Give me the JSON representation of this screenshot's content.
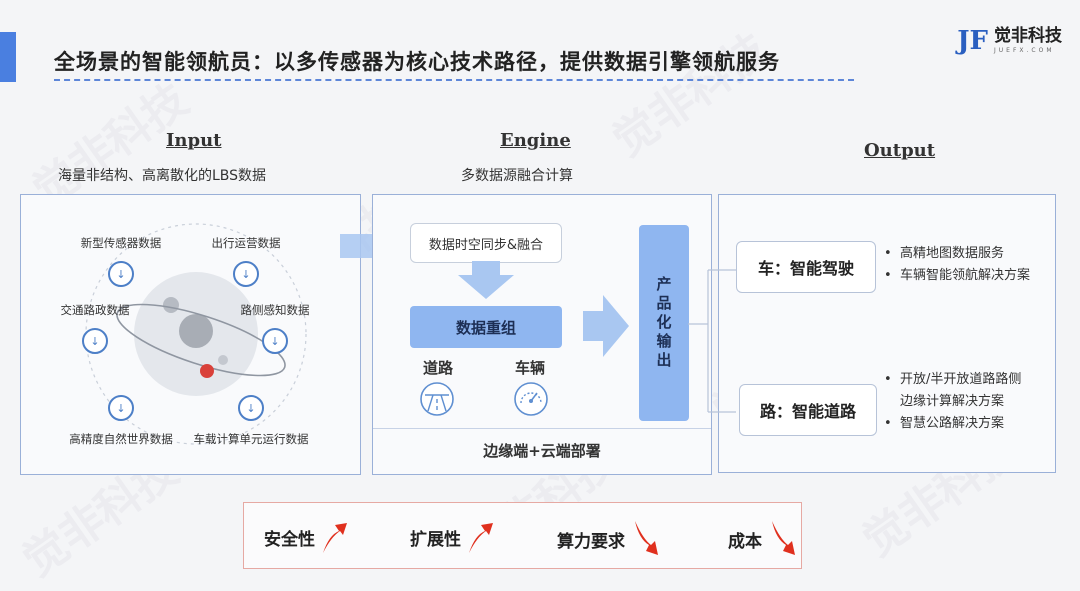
{
  "header": {
    "title": "全场景的智能领航员：以多传感器为核心技术路径，提供数据引擎领航服务",
    "logo_mark": "JF",
    "logo_cn": "觉非科技",
    "logo_en": "JUEFX.COM",
    "accent_color": "#4a7fe0"
  },
  "watermark": {
    "text": "觉非科技"
  },
  "input": {
    "title": "Input",
    "subtitle": "海量非结构、高离散化的LBS数据",
    "nodes": [
      "新型传感器数据",
      "出行运营数据",
      "交通路政数据",
      "路侧感知数据",
      "高精度自然世界数据",
      "车载计算单元运行数据"
    ],
    "icon": "download-circle-icon"
  },
  "engine": {
    "title": "Engine",
    "subtitle": "多数据源融合计算",
    "sync_label": "数据时空同步&融合",
    "reorg_label": "数据重组",
    "road_label": "道路",
    "vehicle_label": "车辆",
    "deploy_label": "边缘端+云端部署",
    "product_output": "产品化输出"
  },
  "output": {
    "title": "Output",
    "car": {
      "label": "车：智能驾驶",
      "bullets": [
        "高精地图数据服务",
        "车辆智能领航解决方案"
      ]
    },
    "road": {
      "label": "路：智能道路",
      "bullets": [
        "开放/半开放道路路侧",
        "边缘计算解决方案",
        "智慧公路解决方案"
      ]
    }
  },
  "metrics": [
    {
      "label": "安全性",
      "trend": "up"
    },
    {
      "label": "扩展性",
      "trend": "up"
    },
    {
      "label": "算力要求",
      "trend": "down"
    },
    {
      "label": "成本",
      "trend": "down"
    }
  ],
  "colors": {
    "trend_arrow": "#e0301e",
    "block_blue": "#8fb6f0",
    "node_blue": "#4d7fc7"
  }
}
